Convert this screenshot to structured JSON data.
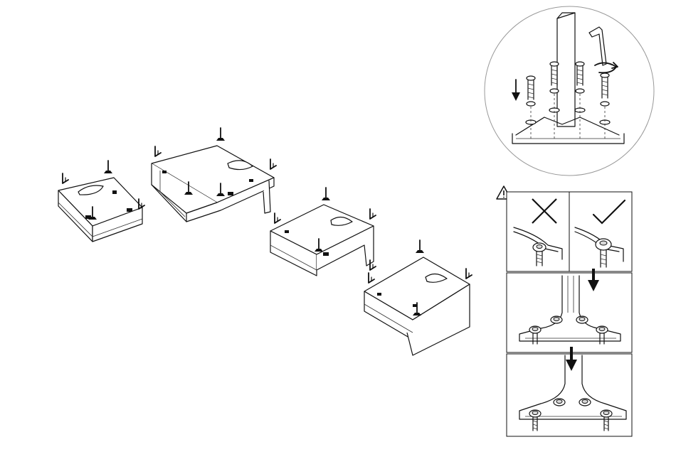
{
  "diagram": {
    "assembly_steps": [
      "unit-1",
      "unit-2",
      "unit-3",
      "unit-4"
    ],
    "detail_panels": [
      "exploded-fastener-view",
      "incorrect-mounting",
      "correct-mounting",
      "insert-step-1",
      "insert-step-2"
    ]
  },
  "icons": {
    "warning": "warning-triangle-icon",
    "wrong": "cross-mark-icon",
    "right": "check-mark-icon",
    "arrow": "down-arrow-icon",
    "tool": "hex-key-icon"
  }
}
